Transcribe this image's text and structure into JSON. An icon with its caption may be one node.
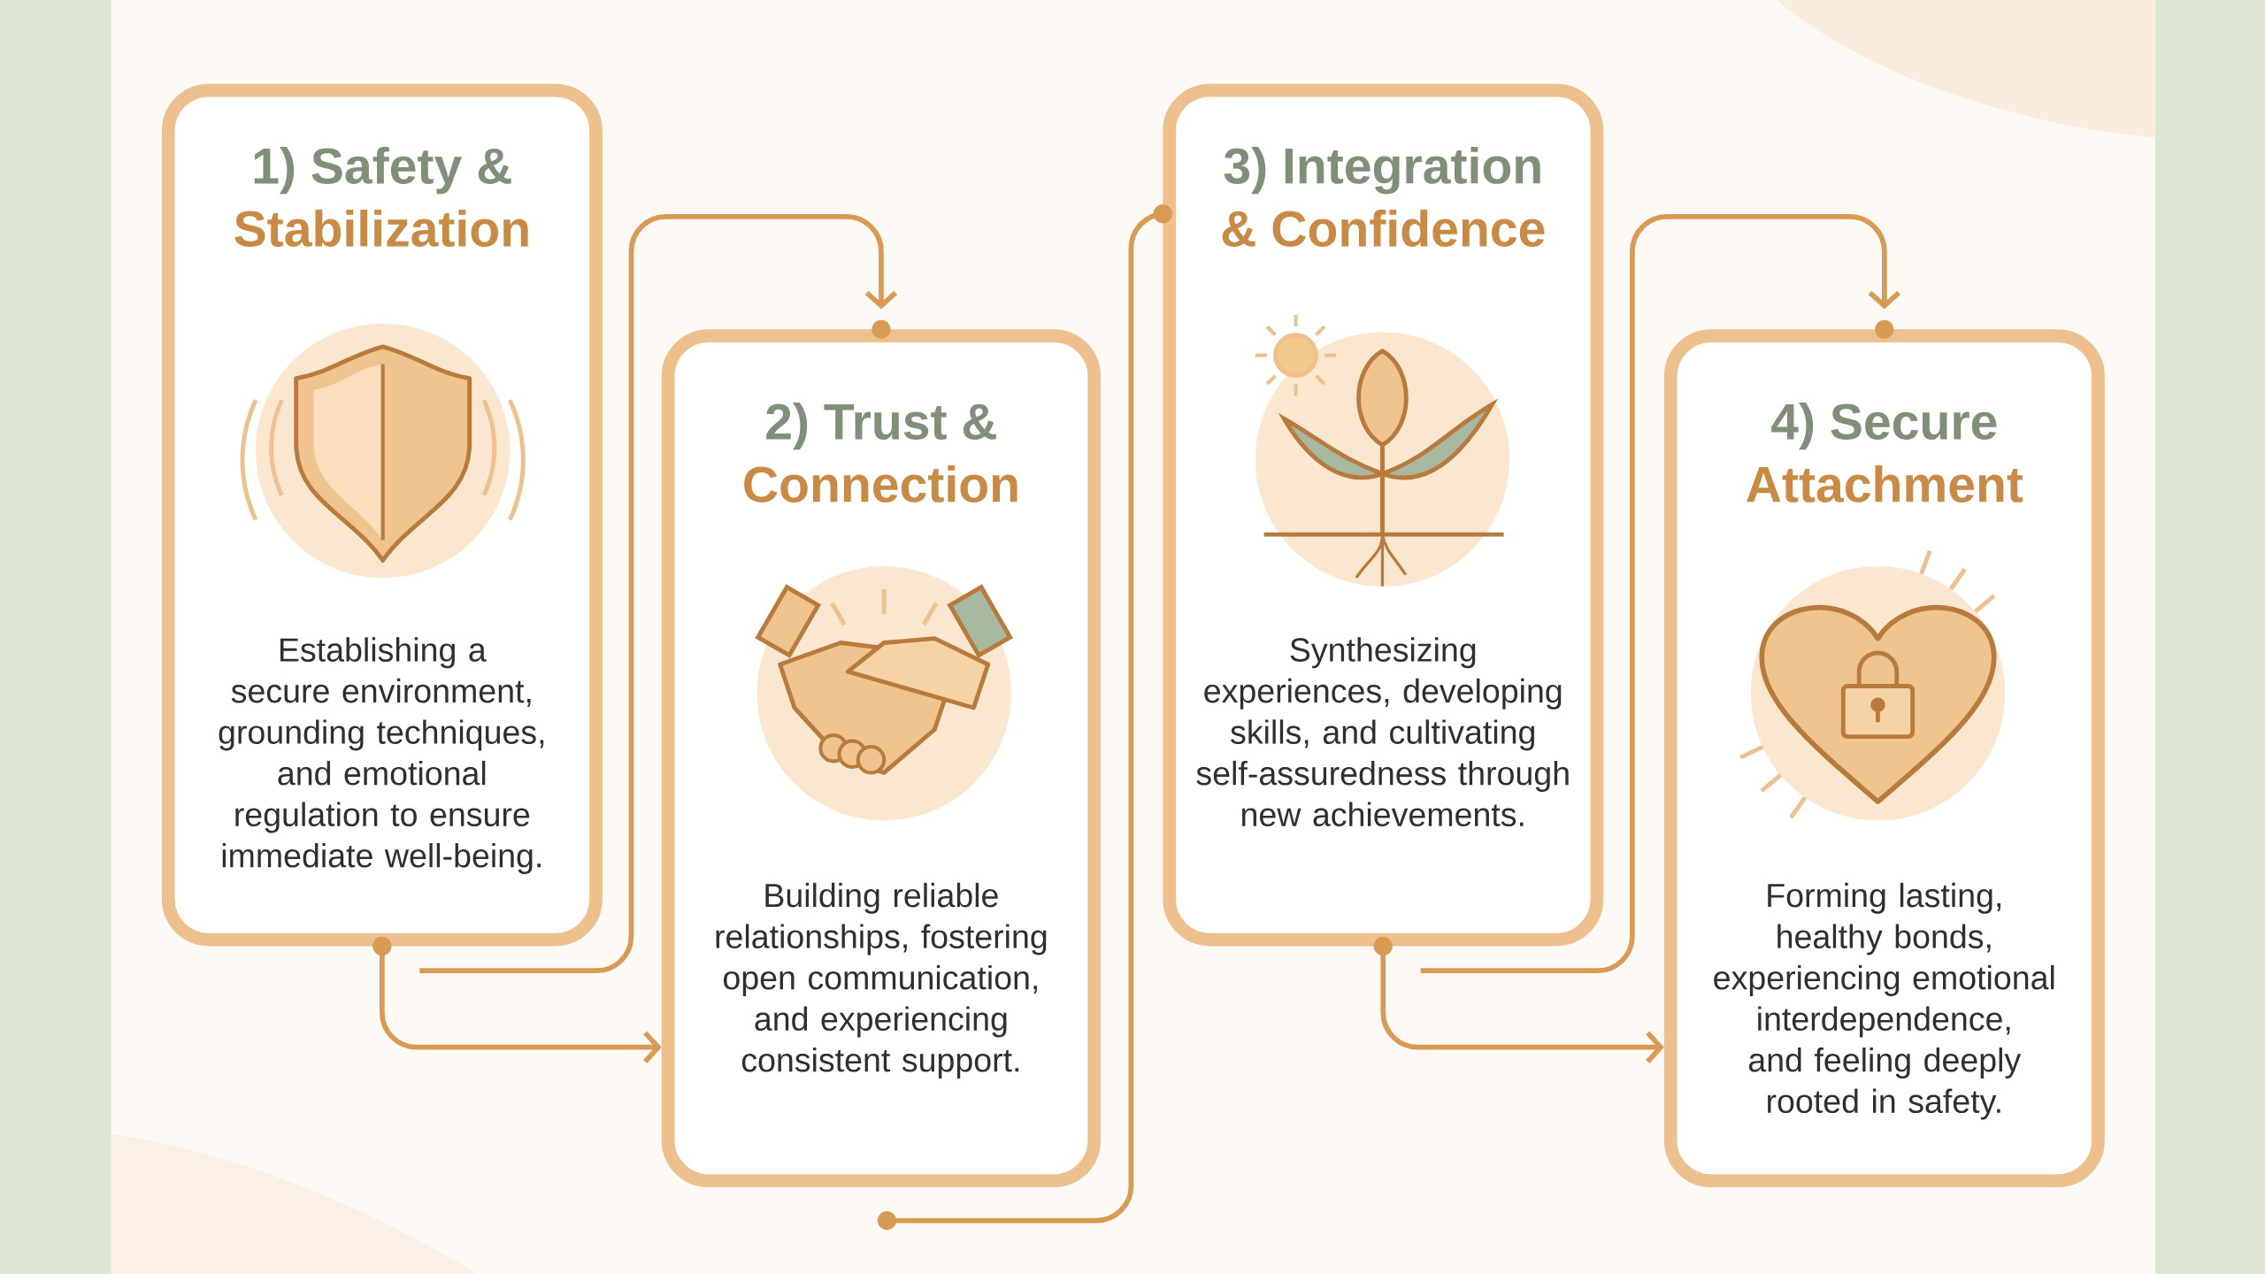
{
  "diagram": {
    "nodes": [
      {
        "text": [
          "1) Safety &",
          "Stabilization",
          "Establishing a secure environment, grounding techniques, and emotional regulation to ensure immediate well-being."
        ]
      },
      {
        "text": [
          "2) Trust &",
          "Connection",
          "Building reliable relationships, fostering open communication, and experiencing consistent support."
        ]
      },
      {
        "text": [
          "3) Integration",
          "& Confidence",
          "Synthesizing experiences, developing skills, and cultivating self-assuredness through new achievements."
        ]
      },
      {
        "text": [
          "4) Secure",
          "Attachment",
          "Forming lasting, healthy bonds, experiencing emotional interdependence, and feeling deeply rooted in safety."
        ]
      }
    ],
    "edges": [
      {
        "from": 0,
        "to": 1,
        "arrow": "to"
      },
      {
        "from": 0,
        "to": 1,
        "arrow": "to"
      },
      {
        "from": 1,
        "to": 2,
        "arrow": "other"
      },
      {
        "from": 2,
        "to": 3,
        "arrow": "to"
      },
      {
        "from": 2,
        "to": 3,
        "arrow": "to"
      }
    ]
  }
}
